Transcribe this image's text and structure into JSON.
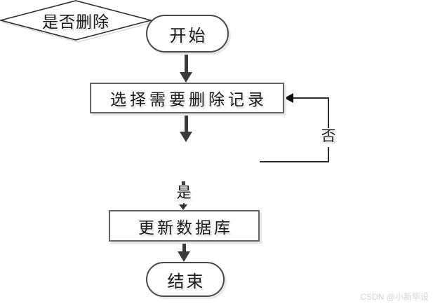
{
  "diagram": {
    "type": "flowchart",
    "nodes": {
      "start": {
        "label": "开始",
        "shape": "terminator"
      },
      "select": {
        "label": "选择需要删除记录",
        "shape": "process"
      },
      "decision": {
        "label": "是否删除",
        "shape": "decision"
      },
      "update": {
        "label": "更新数据库",
        "shape": "process"
      },
      "end": {
        "label": "结束",
        "shape": "terminator"
      }
    },
    "edges": [
      {
        "from": "start",
        "to": "select",
        "label": ""
      },
      {
        "from": "select",
        "to": "decision",
        "label": ""
      },
      {
        "from": "decision",
        "to": "update",
        "label": "是"
      },
      {
        "from": "decision",
        "to": "select",
        "label": "否"
      },
      {
        "from": "update",
        "to": "end",
        "label": ""
      }
    ],
    "edge_labels": {
      "yes": "是",
      "no": "否"
    },
    "colors": {
      "background": "#ffffff",
      "shape_border": "#4a4a4a",
      "arrow": "#3a3a3a",
      "shadow": "#e9e9e9",
      "text": "#1a1a1a",
      "watermark": "#d3d3d3"
    }
  },
  "watermark": {
    "text": "CSDN @小新毕设"
  }
}
